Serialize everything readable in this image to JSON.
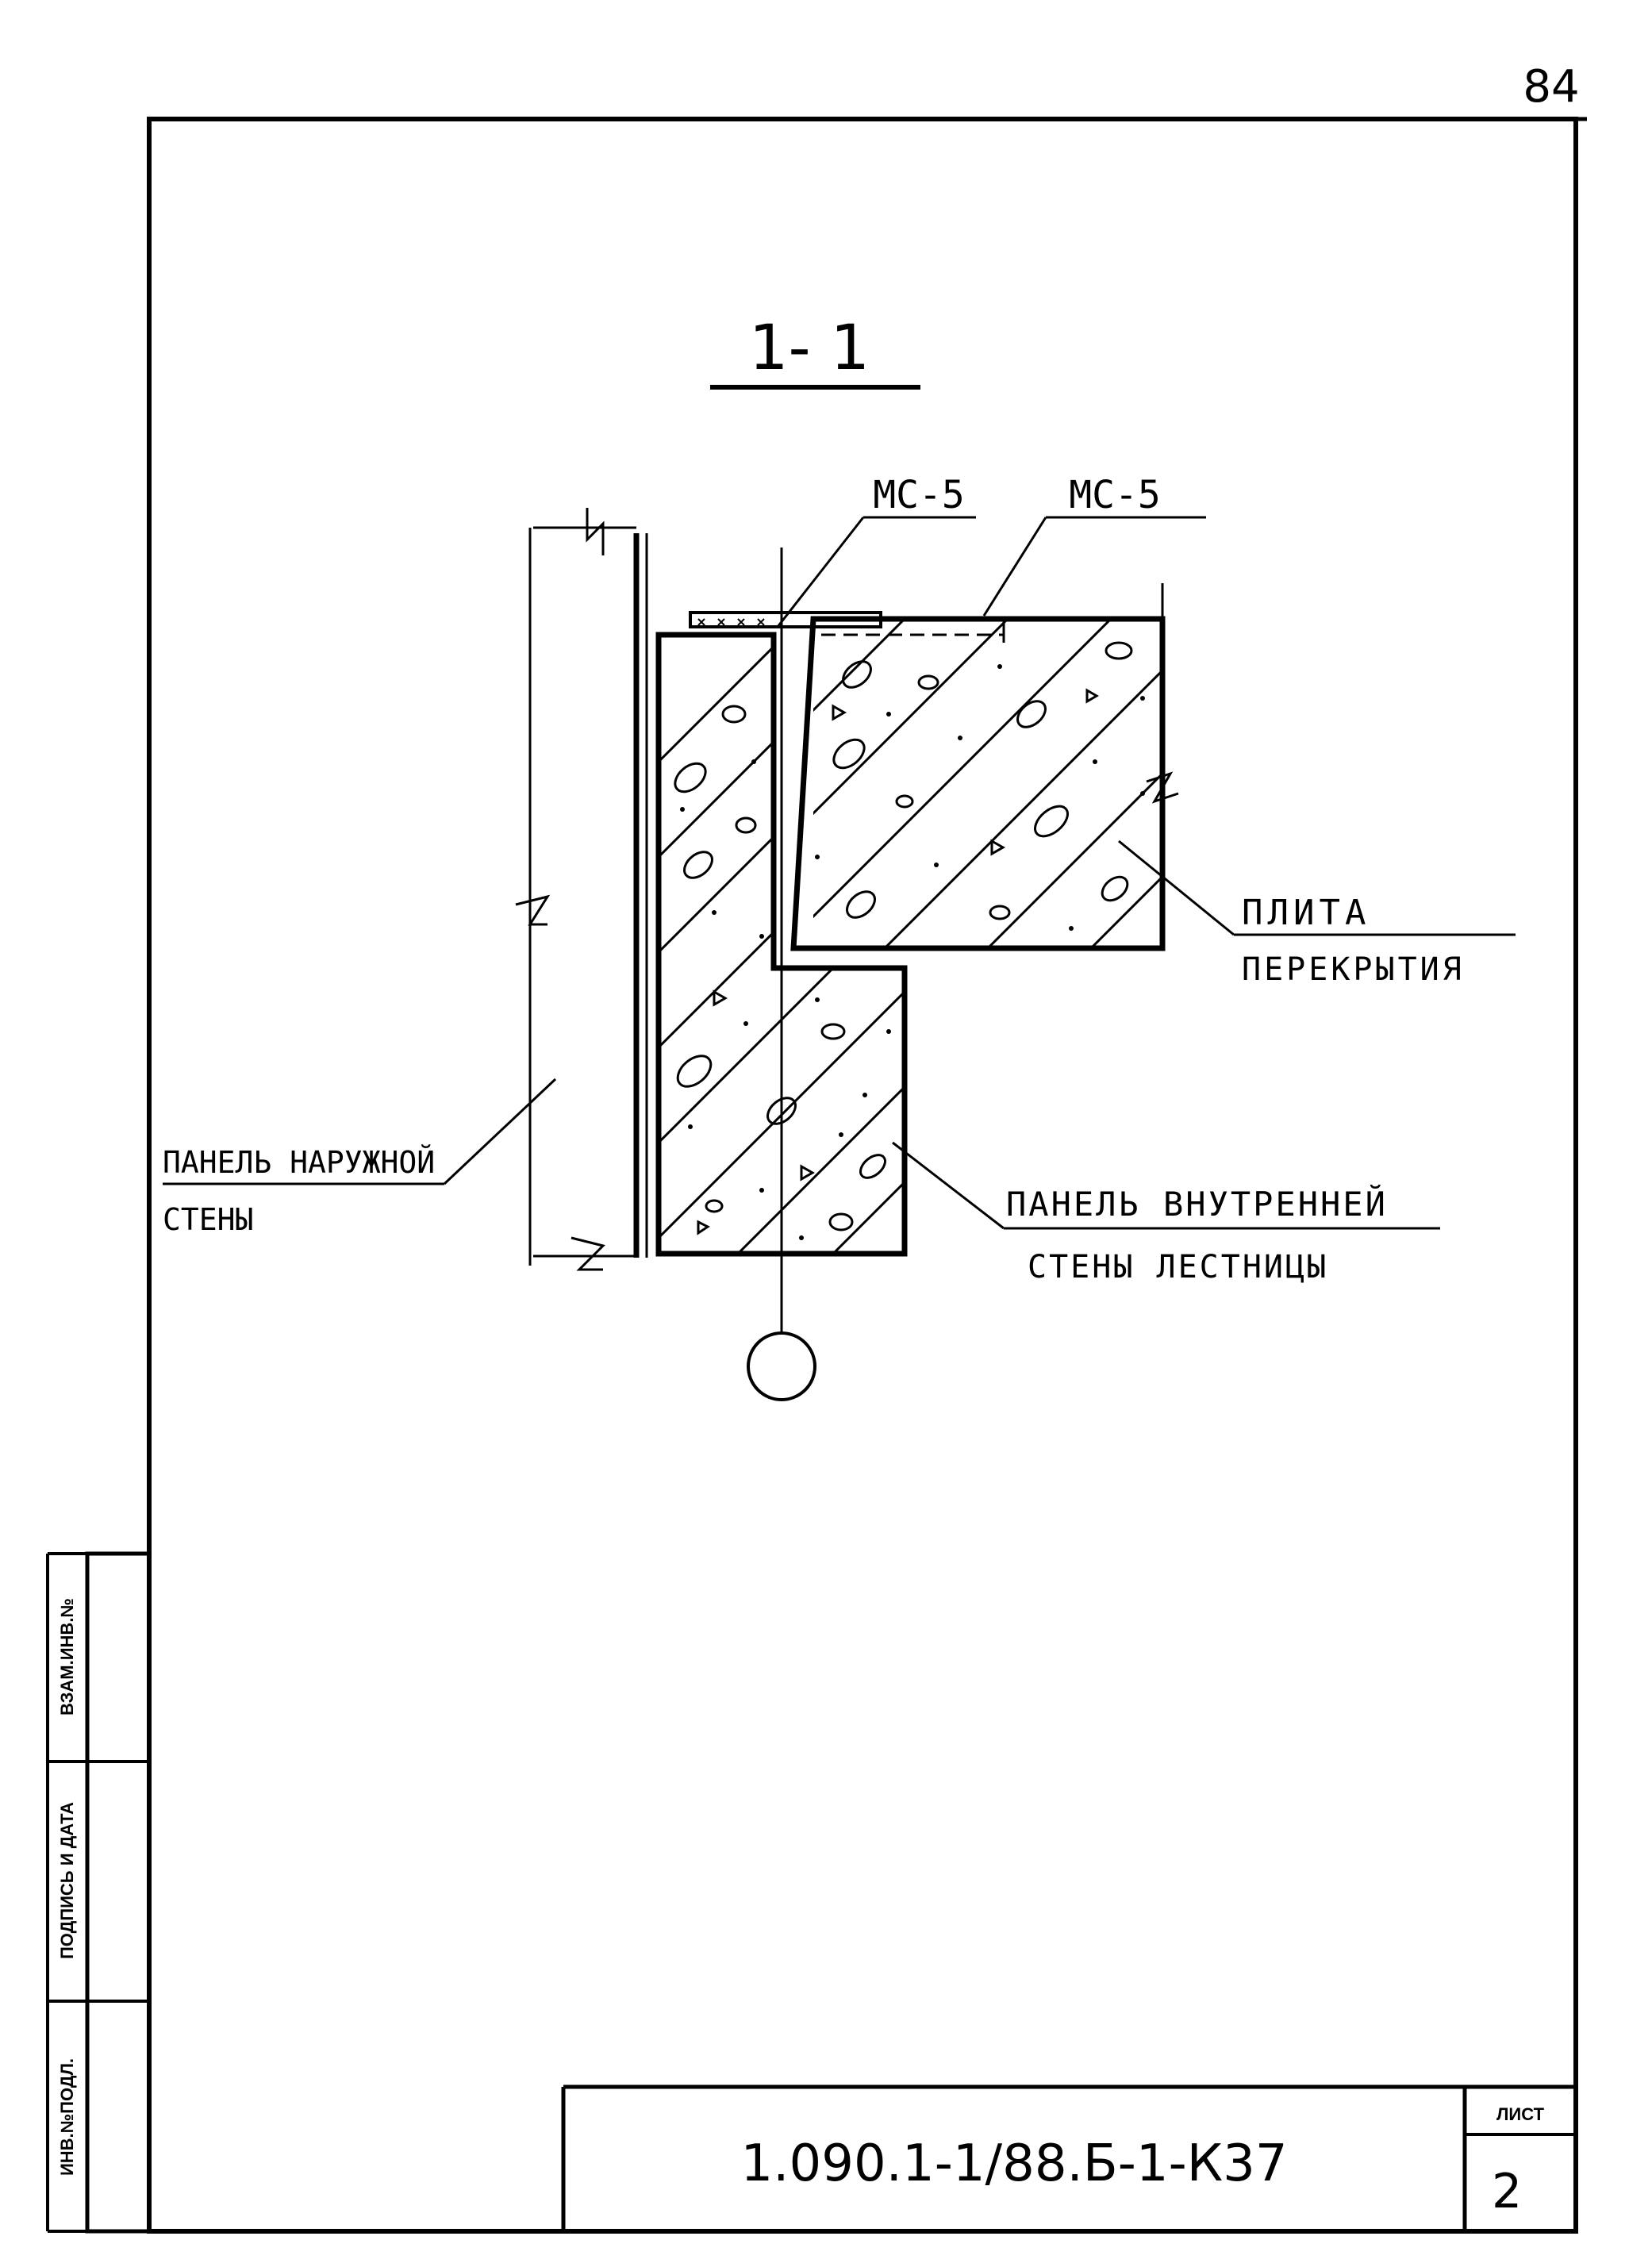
{
  "sheet": {
    "page_number": "84",
    "section_title": "1- 1",
    "drawing_code": "1.090.1-1/88.Б-1-К37",
    "sheet_label": "ЛИСТ",
    "sheet_number": "2"
  },
  "labels": {
    "mc5_left": "МС-5",
    "mc5_right": "МС-5",
    "slab_line1": "ПЛИТА",
    "slab_line2": "ПЕРЕКРЫТИЯ",
    "outer_panel_line1": "ПАНЕЛЬ НАРУЖНОЙ",
    "outer_panel_line2": "СТЕНЫ",
    "inner_panel_line1": "ПАНЕЛЬ ВНУТРЕННЕЙ",
    "inner_panel_line2": "СТЕНЫ ЛЕСТНИЦЫ"
  },
  "side_stamp": {
    "inv_podl": "ИНВ.№ПОДЛ.",
    "podpis_data": "ПОДПИСЬ И ДАТА",
    "vzam_inv": "ВЗАМ.ИНВ.№"
  }
}
